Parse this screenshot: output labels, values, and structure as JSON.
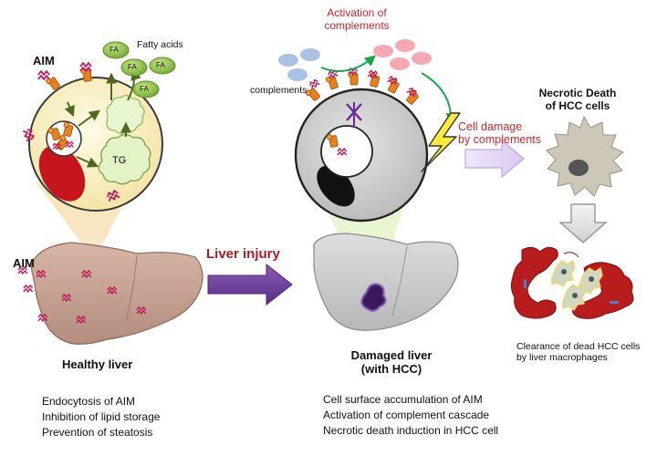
{
  "labels": {
    "aim_top": "AIM",
    "fatty_acids": "Fatty acids",
    "fa_badge": "FA",
    "tg": "TG",
    "aim_liver": "AIM",
    "healthy_liver": "Healthy liver",
    "liver_injury": "Liver injury",
    "activation_line1": "Activation of",
    "activation_line2": "complements",
    "complements": "complements",
    "cell_damage_line1": "Cell damage",
    "cell_damage_line2": "by complements",
    "necrotic_line1": "Necrotic Death",
    "necrotic_line2": "of HCC cells",
    "damaged_line1": "Damaged liver",
    "damaged_line2": "(with HCC)",
    "clearance_line1": "Clearance of dead HCC cells",
    "clearance_line2": "by liver macrophages"
  },
  "healthy_points": [
    "Endocytosis of AIM",
    "Inhibition of lipid storage",
    "Prevention of steatosis"
  ],
  "damaged_points": [
    "Cell surface accumulation of AIM",
    "Activation of complement cascade",
    "Necrotic death induction in HCC cell"
  ],
  "colors": {
    "accent_red": "#d0242b",
    "arrow_purple": "#6a3d9a",
    "aim_orange": "#e8821e",
    "aim_magenta": "#c2185b",
    "fa_green": "#8dc63f",
    "complement_blue": "#9bb7dd",
    "complement_pink": "#f4a0a8",
    "liver_tan": "#c9a89a",
    "liver_gray": "#c8c8c8",
    "cell_cream": "#fdf6d3",
    "cell_gray": "#d2d2d2",
    "macrophage_red": "#b71c1c",
    "lightning_yellow": "#ffeb3b"
  }
}
